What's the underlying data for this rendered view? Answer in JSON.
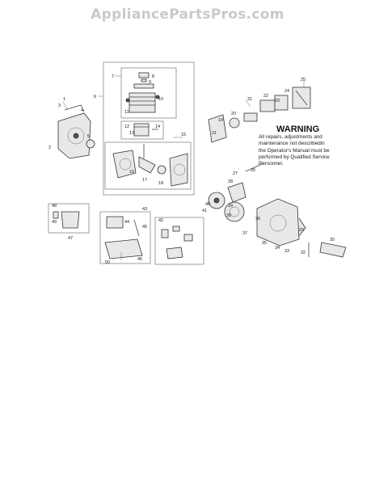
{
  "watermark": "AppliancePartsPros.com",
  "warning": {
    "title": "WARNING",
    "text": "All repairs, adjustments and\nmaintenance not describedin\nthe Operator's Manual must be\nperformed by Qualified Service\nPersonnel."
  },
  "callouts": [
    "1",
    "2",
    "3",
    "4",
    "5",
    "6",
    "7",
    "8",
    "9",
    "10",
    "11",
    "12",
    "13",
    "14",
    "15",
    "16",
    "17",
    "18",
    "19",
    "20",
    "21",
    "22",
    "23",
    "24",
    "25",
    "26",
    "27",
    "28",
    "29",
    "30",
    "31",
    "32",
    "33",
    "34",
    "35",
    "36",
    "37",
    "38",
    "39",
    "40",
    "41",
    "42",
    "43",
    "44",
    "45",
    "46",
    "47",
    "48",
    "49",
    "50"
  ]
}
